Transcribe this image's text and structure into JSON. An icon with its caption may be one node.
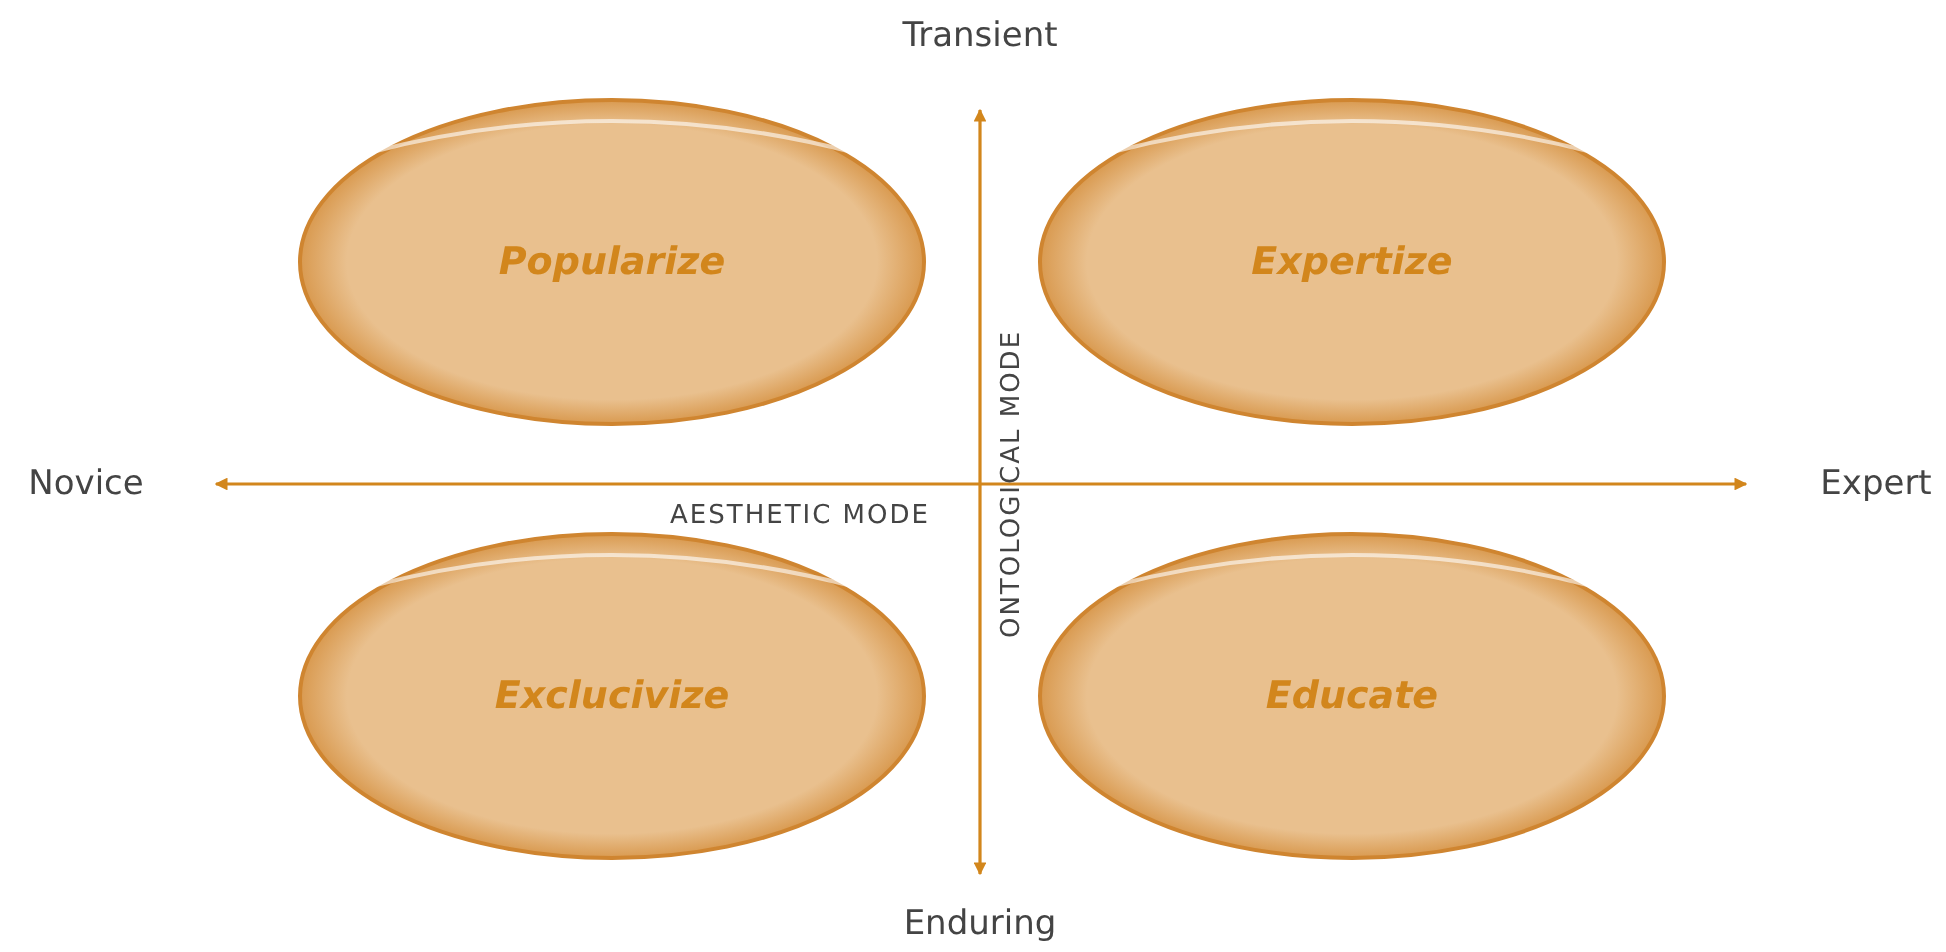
{
  "diagram": {
    "nodes": [
      {
        "text": [
          "Popularize"
        ]
      },
      {
        "text": [
          "Expertize"
        ]
      },
      {
        "text": [
          "Exclucivize"
        ]
      },
      {
        "text": [
          "Educate"
        ]
      }
    ],
    "labels": [
      "Transient",
      "ONTOLOGICAL MODE",
      "Novice",
      "Expert",
      "AESTHETIC MODE",
      "Enduring"
    ]
  }
}
